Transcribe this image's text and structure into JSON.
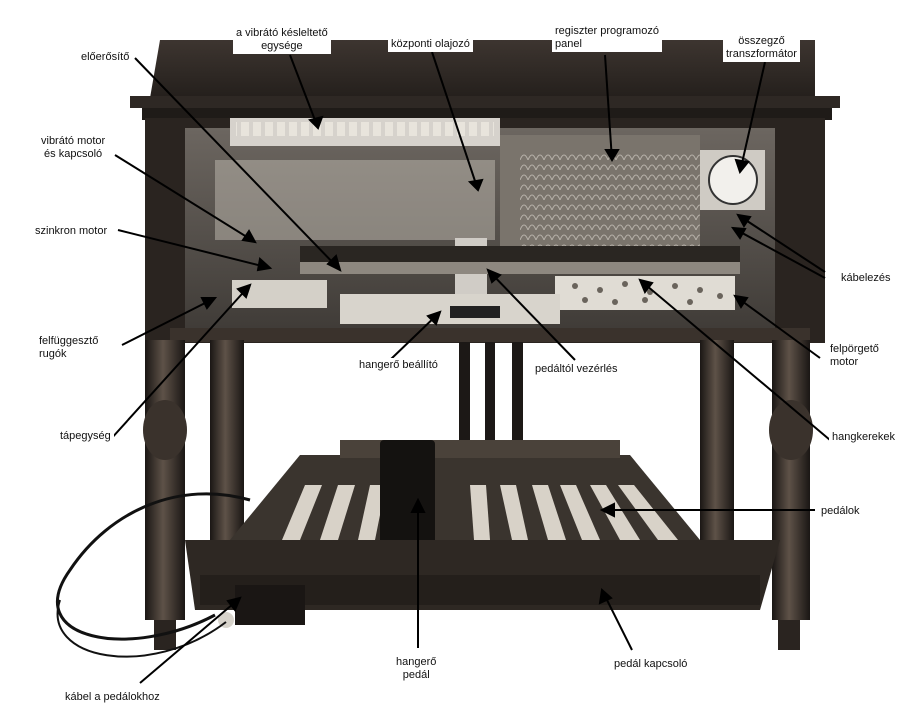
{
  "labels": {
    "vibrato_delay": [
      "a vibrátó késleltető",
      "egysége"
    ],
    "central_oiler": "központi olajozó",
    "register_panel": [
      "regiszter programozó",
      "panel"
    ],
    "summing_transformer": [
      "összegző",
      "transzformátor"
    ],
    "preamp": "előerősítő",
    "vibrato_motor": [
      "vibrátó motor",
      "és kapcsoló"
    ],
    "sync_motor": "szinkron motor",
    "cabling": "kábelezés",
    "suspension_springs": [
      "felfüggesztő",
      "rugók"
    ],
    "volume_adjuster": "hangerő beállító",
    "pedal_control": "pedáltól vezérlés",
    "start_motor": [
      "felpörgető",
      "motor"
    ],
    "power_supply": "tápegység",
    "tonewheels": "hangkerekek",
    "pedals": "pedálok",
    "volume_pedal": [
      "hangerő",
      "pedál"
    ],
    "pedal_switch": "pedál kapcsoló",
    "pedal_cable": "kábel a pedálokhoz"
  },
  "colors": {
    "wood_dark": "#2a2420",
    "wood_mid": "#4a4038",
    "wood_light": "#8a7c70",
    "interior": "#5a5550",
    "pedal_wood": "#d8d2c8",
    "leader": "#000000"
  }
}
